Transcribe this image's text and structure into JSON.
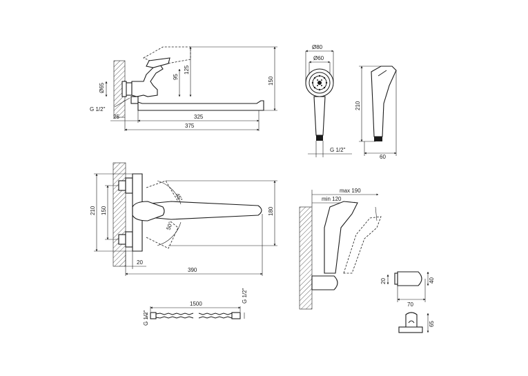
{
  "labels": {
    "faucet_side": {
      "d65": "Ø65",
      "h95": "95",
      "h125": "125",
      "h150": "150",
      "thread": "G 1/2\"",
      "w25": "25",
      "w325": "325",
      "w375": "375"
    },
    "shower_front": {
      "d80": "Ø80",
      "d60": "Ø60",
      "thread": "G 1/2\""
    },
    "shower_side": {
      "h210": "210",
      "w60": "60"
    },
    "faucet_top": {
      "h210": "210",
      "h150": "150",
      "h180": "180",
      "w20": "20",
      "w390": "390",
      "a45": "45°",
      "a50": "50°"
    },
    "hose": {
      "thread_left": "G 1/2\"",
      "length": "1500",
      "thread_right": "G 1/2\""
    },
    "holder": {
      "max": "max 190",
      "min": "min 120",
      "h20": "20",
      "h40": "40",
      "w70": "70",
      "h65": "65"
    }
  }
}
